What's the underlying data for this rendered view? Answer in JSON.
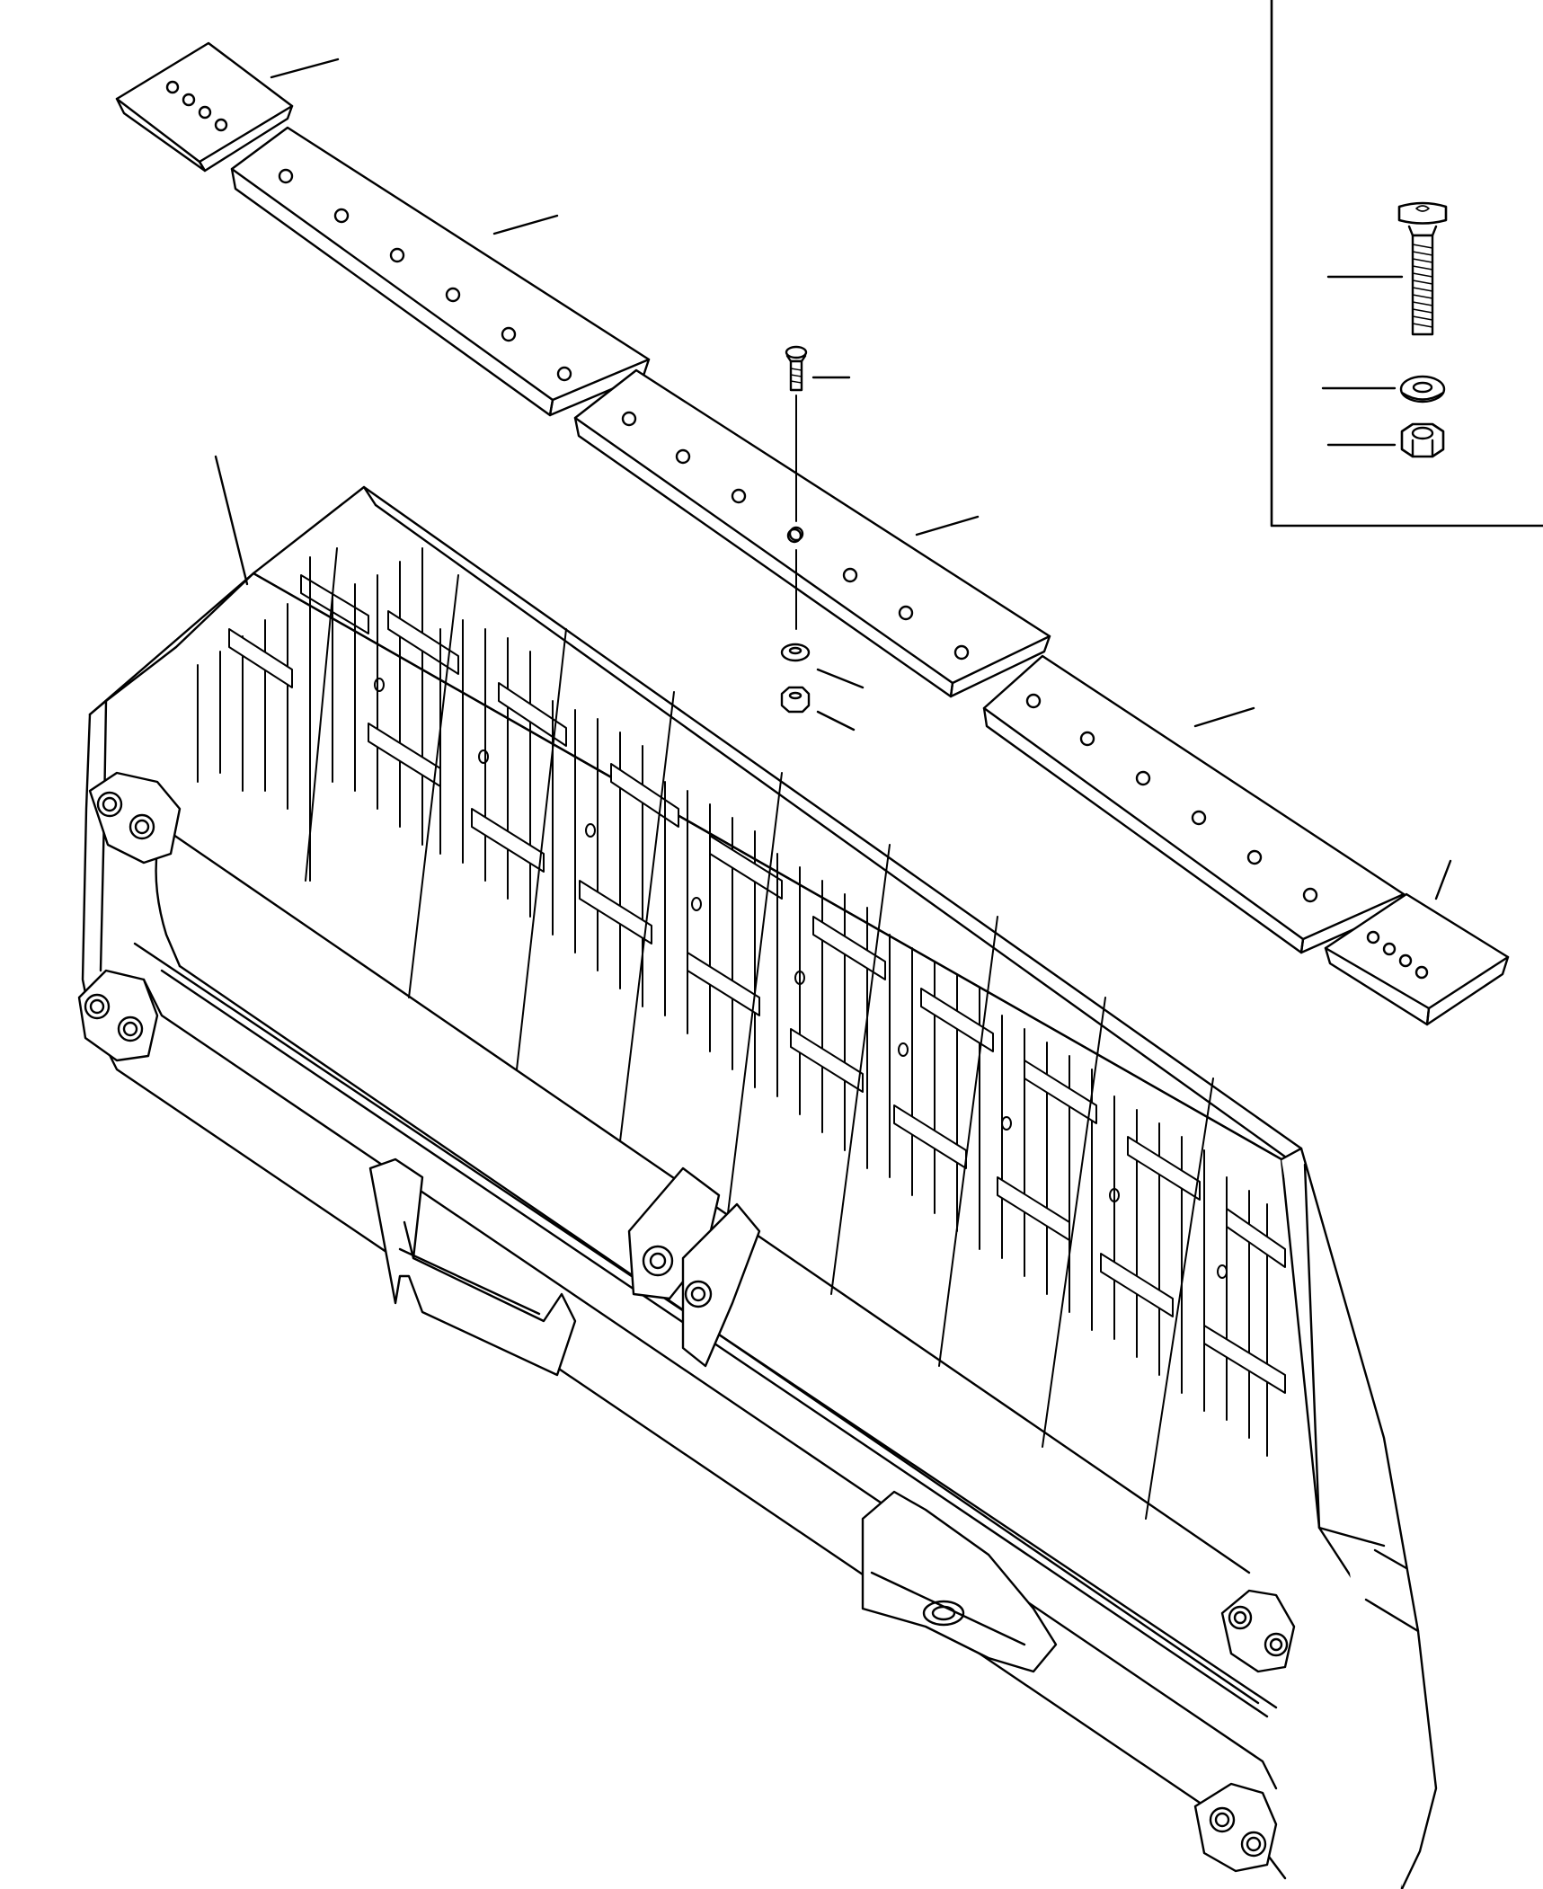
{
  "diagram": {
    "style": "exploded parts diagram, black line art on white",
    "colors": {
      "ink": "#000000",
      "paper": "#ffffff"
    },
    "parts": [
      "blade-moldboard",
      "end-bit-left",
      "cutting-edge-left",
      "cutting-edge-center",
      "cutting-edge-right",
      "end-bit-right",
      "plow-bolt",
      "lock-washer",
      "hex-nut"
    ],
    "inset": {
      "parts": [
        "inset-plow-bolt",
        "inset-lock-washer",
        "inset-hex-nut"
      ]
    },
    "callouts": 12
  }
}
